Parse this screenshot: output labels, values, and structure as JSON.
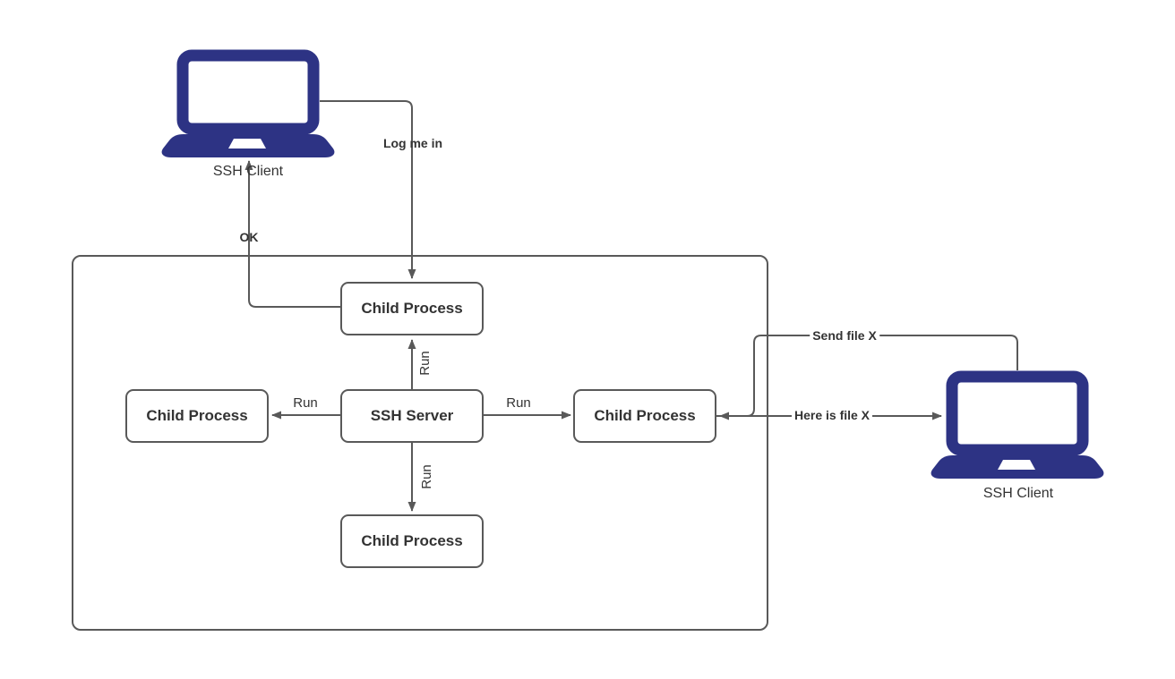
{
  "nodes": {
    "ssh_server": {
      "label": "SSH Server"
    },
    "child_top": {
      "label": "Child Process"
    },
    "child_left": {
      "label": "Child Process"
    },
    "child_right": {
      "label": "Child Process"
    },
    "child_bottom": {
      "label": "Child Process"
    }
  },
  "clients": {
    "top_left": {
      "label": "SSH Client"
    },
    "right": {
      "label": "SSH Client"
    }
  },
  "edge_labels": {
    "log_me_in": "Log me in",
    "ok": "OK",
    "run_top": "Run",
    "run_left": "Run",
    "run_right": "Run",
    "run_bottom": "Run",
    "send_file": "Send file X",
    "here_is_file": "Here is file X"
  },
  "colors": {
    "laptop": "#2d3384",
    "line": "#595959",
    "text": "#333333",
    "background": "#ffffff"
  }
}
